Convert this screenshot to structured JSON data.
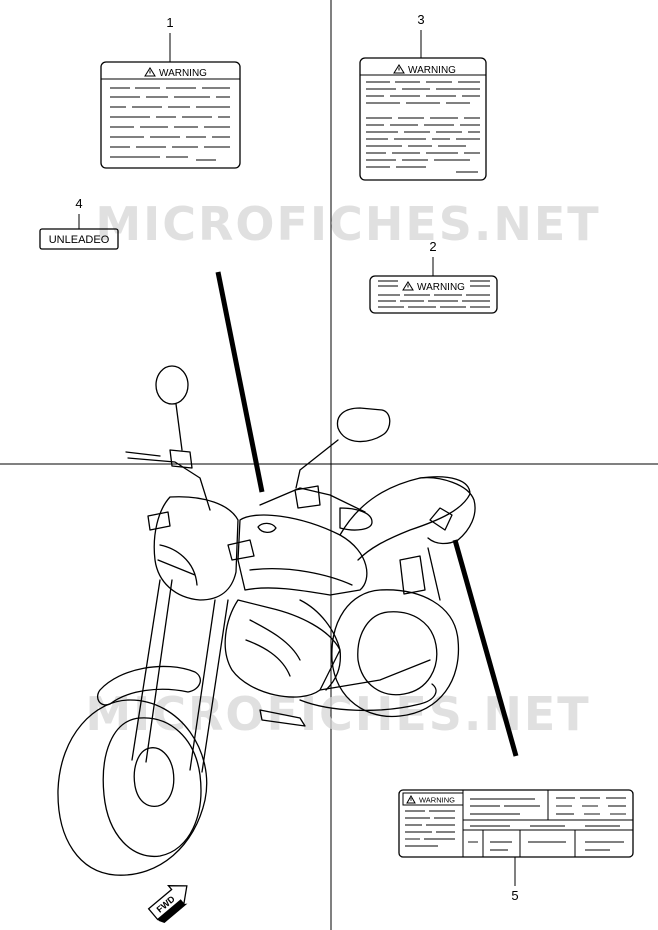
{
  "watermark": "MICROFICHES.NET",
  "parts": [
    {
      "number": "1",
      "label": "WARNING"
    },
    {
      "number": "2",
      "label": "WARNING"
    },
    {
      "number": "3",
      "label": "WARNING"
    },
    {
      "number": "4",
      "label": "UNLEADEO"
    },
    {
      "number": "5",
      "label": "WARNING"
    }
  ],
  "fwd_label": "FWD",
  "warning_symbol": "⚠"
}
